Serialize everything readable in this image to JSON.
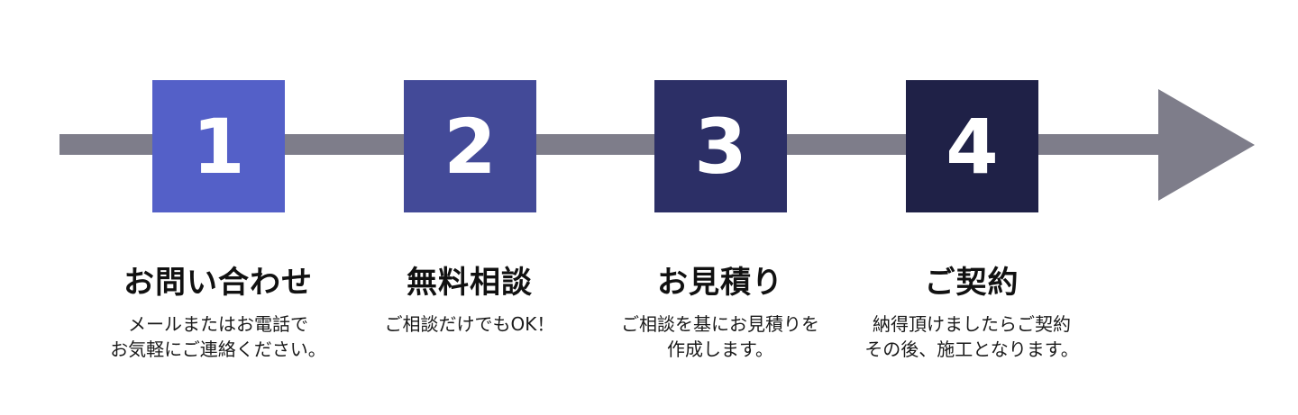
{
  "colors": {
    "arrow": "#7e7d8a",
    "step1": "#5460c8",
    "step2": "#434a98",
    "step3": "#2c2f66",
    "step4": "#1f2147"
  },
  "steps": [
    {
      "number": "1",
      "title": "お問い合わせ",
      "desc": [
        "メールまたはお電話で",
        "お気軽にご連絡ください。"
      ]
    },
    {
      "number": "2",
      "title": "無料相談",
      "desc": [
        "ご相談だけでもOK！"
      ]
    },
    {
      "number": "3",
      "title": "お見積り",
      "desc": [
        "ご相談を基にお見積りを",
        "作成します。"
      ]
    },
    {
      "number": "4",
      "title": "ご契約",
      "desc": [
        "納得頂けましたらご契約",
        "その後、施工となります。"
      ]
    }
  ]
}
